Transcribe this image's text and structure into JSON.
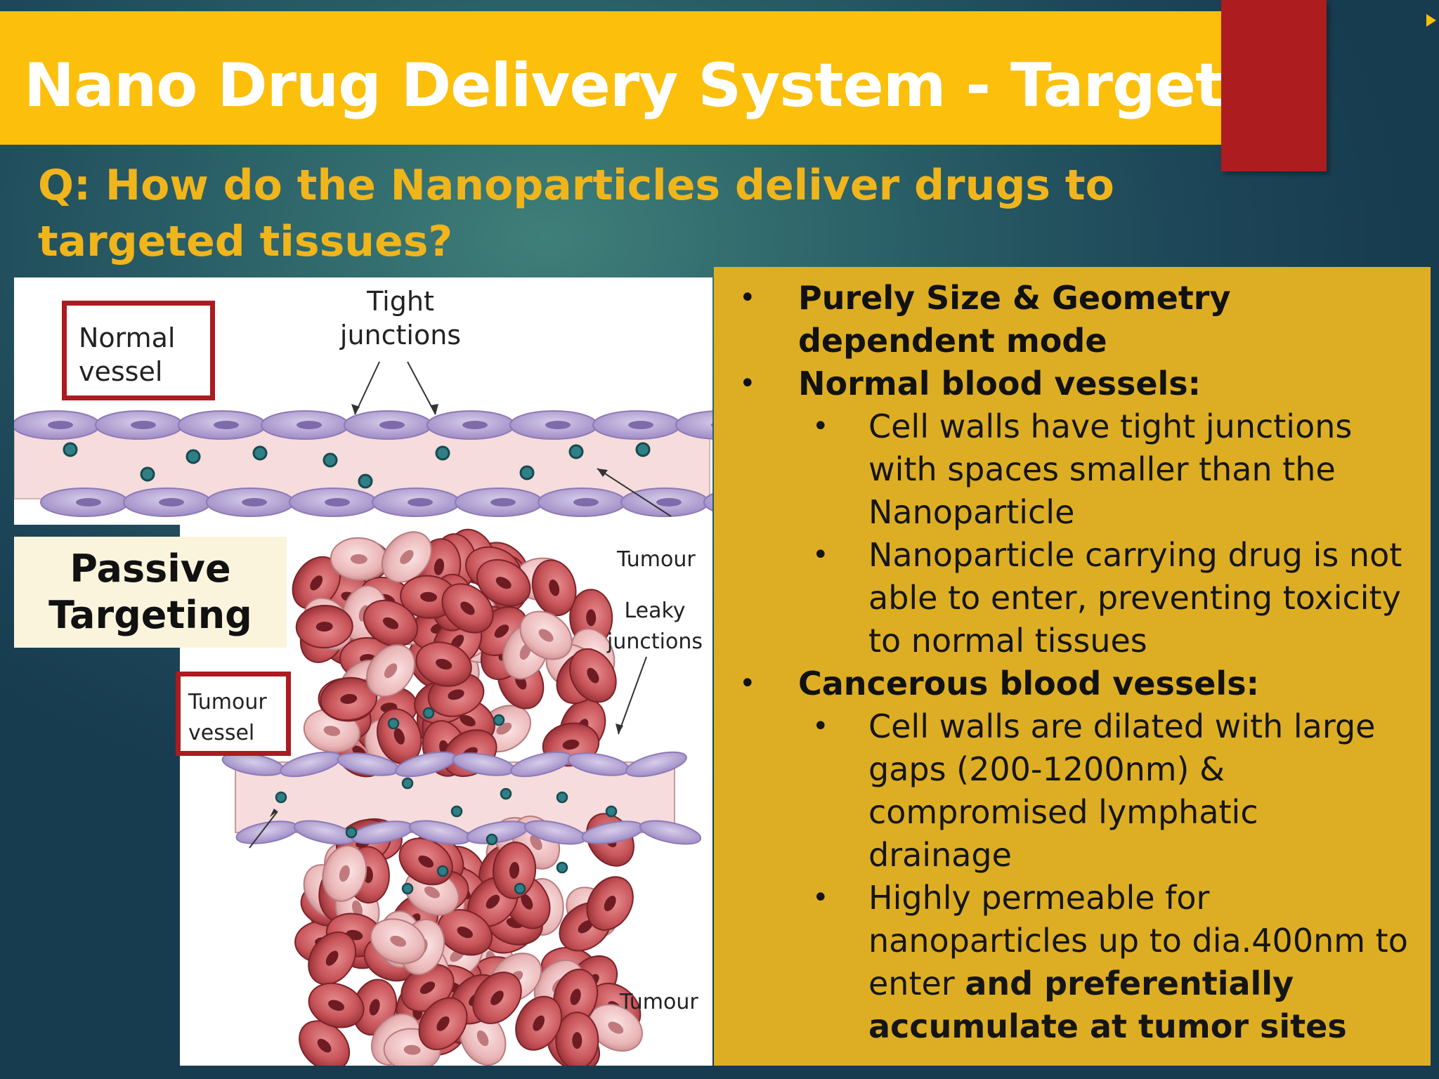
{
  "slide": {
    "title": "Nano Drug Delivery System - Targeting",
    "question": "Q: How do the Nanoparticles deliver drugs to targeted tissues?"
  },
  "illustration": {
    "normal_vessel_label": "Normal vessel",
    "tight_junctions_label": "Tight junctions",
    "tumour_top_label": "Tumour",
    "leaky_junctions_label": "Leaky junctions",
    "tumour_vessel_label": "Tumour vessel",
    "tumour_bottom_label": "Tumour",
    "colors": {
      "vessel_wall": "#b3a1d4",
      "vessel_lumen": "#f6dcdc",
      "tumour_cell": "#c8555a",
      "nanoparticle": "#2f7f86",
      "label_box": "#ab1b20"
    }
  },
  "passive_targeting": {
    "line1": "Passive",
    "line2": "Targeting"
  },
  "bullets": [
    {
      "level": 1,
      "text": "Purely Size & Geometry dependent mode"
    },
    {
      "level": 1,
      "text": "Normal blood vessels:"
    },
    {
      "level": 2,
      "text": "Cell walls have tight junctions with spaces smaller than the Nanoparticle"
    },
    {
      "level": 2,
      "text": "Nanoparticle carrying drug is not able to enter, preventing toxicity to normal tissues"
    },
    {
      "level": 1,
      "text": "Cancerous blood vessels:"
    },
    {
      "level": 2,
      "text": "Cell walls are dilated with large gaps (200-1200nm) & compromised lymphatic drainage"
    },
    {
      "level": 2,
      "text": "Highly permeable for nanoparticles up to dia.400nm to enter",
      "bold_suffix": "and preferentially accumulate at tumor sites"
    }
  ],
  "theme": {
    "title_bar": "#fcbf0b",
    "red_tab": "#ad1c1f",
    "question_text": "#f1b51c",
    "panel_bg": "#ddae24"
  }
}
